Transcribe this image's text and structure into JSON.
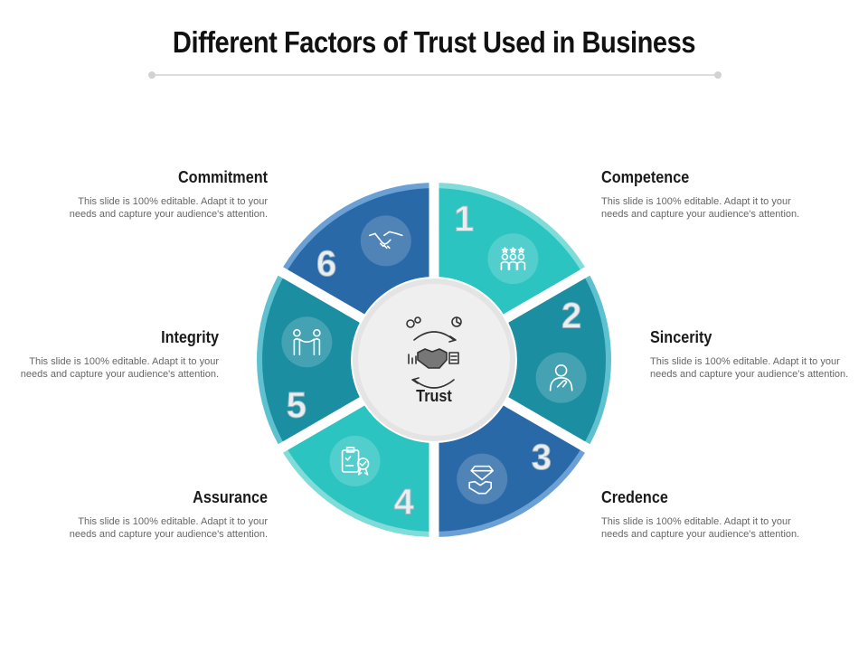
{
  "title": "Different Factors of Trust Used in Business",
  "center": {
    "label": "Trust",
    "icon": "handshake-cycle-icon"
  },
  "segments": [
    {
      "number": "1",
      "name": "Competence",
      "icon": "team-stars-icon",
      "color": "#2cc4c1",
      "edge": "#7fdcd9",
      "text": "This slide is 100% editable. Adapt it to your needs and capture your audience's attention."
    },
    {
      "number": "2",
      "name": "Sincerity",
      "icon": "hand-on-heart-icon",
      "color": "#1b8ea1",
      "edge": "#5fc1d0",
      "text": "This slide is 100% editable. Adapt it to your needs and capture your audience's attention."
    },
    {
      "number": "3",
      "name": "Credence",
      "icon": "diamond-handshake-icon",
      "color": "#2a69a8",
      "edge": "#6aa0d4",
      "text": "This slide is 100% editable. Adapt it to your needs and capture your audience's attention."
    },
    {
      "number": "4",
      "name": "Assurance",
      "icon": "clipboard-badge-icon",
      "color": "#2cc4c1",
      "edge": "#7fdcd9",
      "text": "This slide is 100% editable. Adapt it to your needs and capture your audience's attention."
    },
    {
      "number": "5",
      "name": "Integrity",
      "icon": "people-rope-icon",
      "color": "#1b8ea1",
      "edge": "#5fc1d0",
      "text": "This slide is 100% editable. Adapt it to your needs and capture your audience's attention."
    },
    {
      "number": "6",
      "name": "Commitment",
      "icon": "handshake-icon",
      "color": "#2a69a8",
      "edge": "#6aa0d4",
      "text": "This slide is 100% editable. Adapt it to your needs and capture your audience's attention."
    }
  ]
}
